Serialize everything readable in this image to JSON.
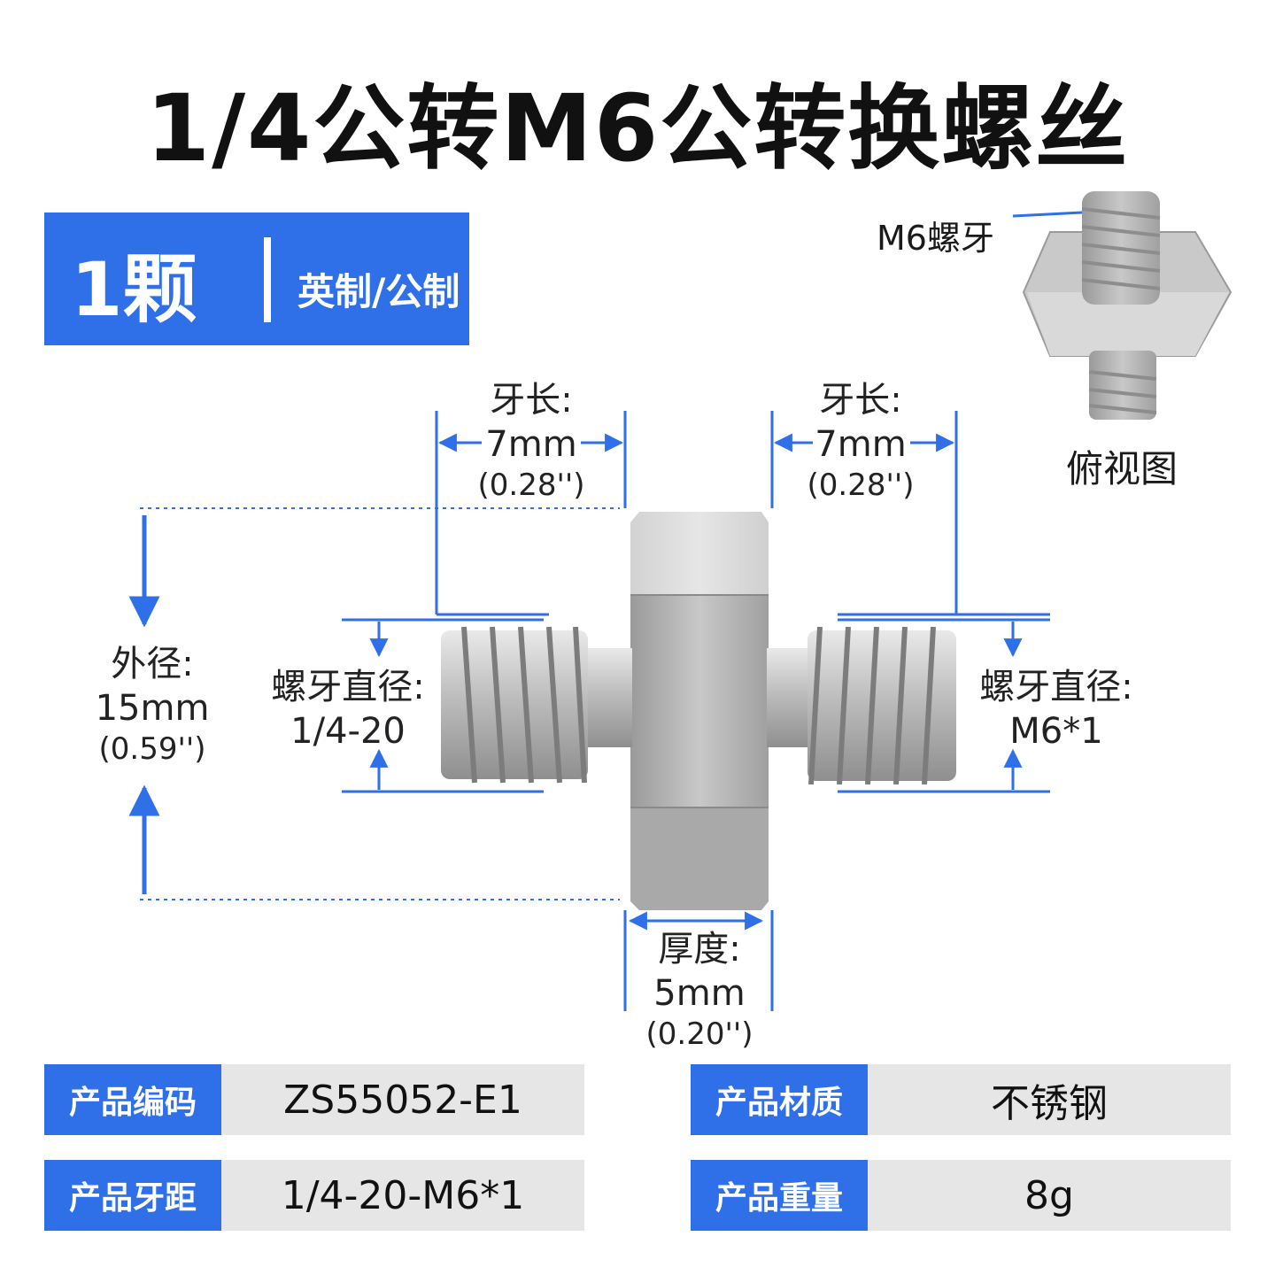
{
  "title": "1/4公转M6公转换螺丝",
  "badge": {
    "quantity": "1颗",
    "standard": "英制/公制"
  },
  "top_view": {
    "thread_label": "M6螺牙",
    "caption": "俯视图"
  },
  "dimensions": {
    "left_thread_length": {
      "label": "牙长:",
      "mm": "7mm",
      "inch": "(0.28'')"
    },
    "right_thread_length": {
      "label": "牙长:",
      "mm": "7mm",
      "inch": "(0.28'')"
    },
    "outer_diameter": {
      "label": "外径:",
      "mm": "15mm",
      "inch": "(0.59'')"
    },
    "left_thread_diameter": {
      "label": "螺牙直径:",
      "value": "1/4-20"
    },
    "right_thread_diameter": {
      "label": "螺牙直径:",
      "value": "M6*1"
    },
    "thickness": {
      "label": "厚度:",
      "mm": "5mm",
      "inch": "(0.20'')"
    }
  },
  "specs": [
    {
      "key": "产品编码",
      "value": "ZS55052-E1"
    },
    {
      "key": "产品材质",
      "value": "不锈钢"
    },
    {
      "key": "产品牙距",
      "value": "1/4-20-M6*1"
    },
    {
      "key": "产品重量",
      "value": "8g"
    }
  ],
  "colors": {
    "accent": "#2f6fe8",
    "spec_value_bg": "#e6e6e6",
    "metal": "#b9b9b9"
  }
}
